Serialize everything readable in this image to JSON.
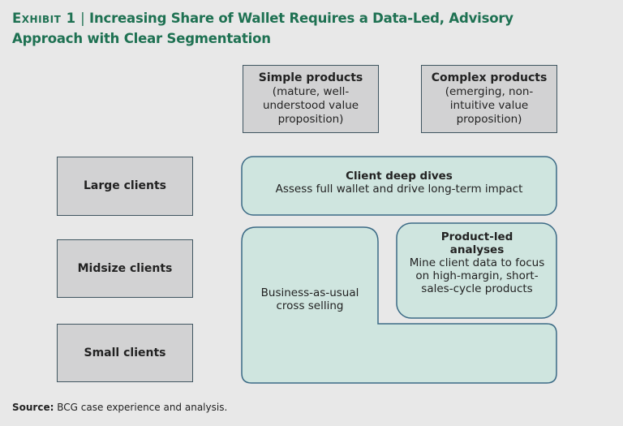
{
  "title": {
    "exhibit": "Exhibit 1",
    "separator": "|",
    "line1": "Increasing Share of Wallet Requires a Data-Led, Advisory",
    "line2": "Approach with Clear Segmentation"
  },
  "columns": [
    {
      "heading": "Simple products",
      "desc": "(mature, well-understood value proposition)"
    },
    {
      "heading": "Complex products",
      "desc": "(emerging, non-intuitive value proposition)"
    }
  ],
  "rows": [
    "Large clients",
    "Midsize clients",
    "Small clients"
  ],
  "cells": {
    "deep_dives": {
      "heading": "Client deep dives",
      "desc": "Assess full wallet and drive long-term impact"
    },
    "product_led": {
      "heading": "Product-led analyses",
      "desc": "Mine client data to focus on high-margin, short-sales-cycle products"
    },
    "bau": {
      "desc": "Business-as-usual cross selling"
    }
  },
  "source": {
    "label": "Source:",
    "text": "BCG case experience and analysis."
  },
  "colors": {
    "title": "#1e7152",
    "teal": "#cfe5df",
    "border": "#3b6a85",
    "gray": "#d2d2d3"
  }
}
